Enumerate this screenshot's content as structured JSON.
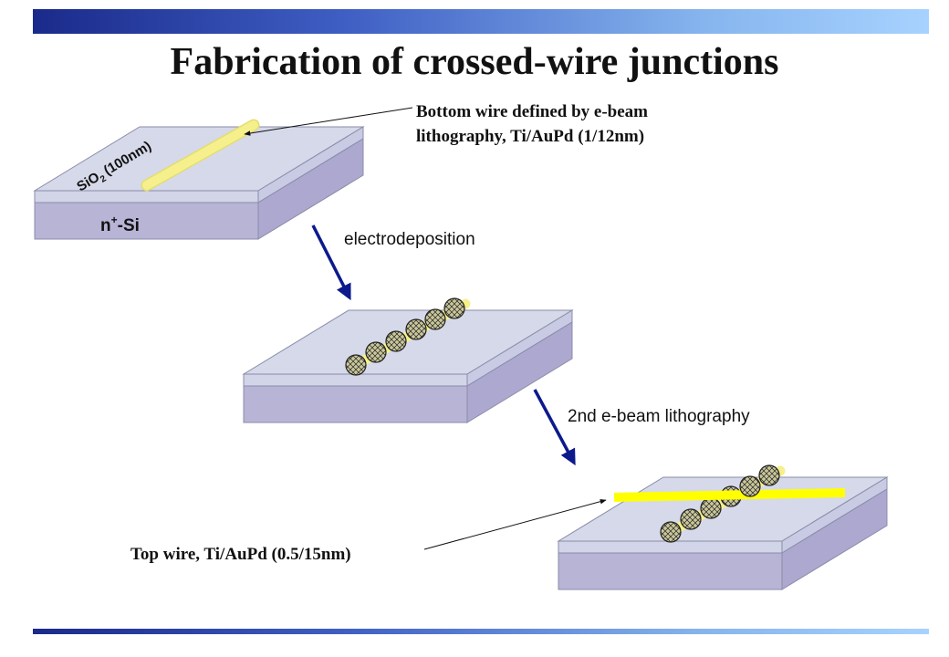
{
  "title": "Fabrication of crossed-wire junctions",
  "labels": {
    "bottom_wire_line1": "Bottom wire defined by e-beam",
    "bottom_wire_line2": "lithography, Ti/AuPd (1/12nm)",
    "top_wire": "Top wire, Ti/AuPd (0.5/15nm)",
    "substrate": "n",
    "substrate_sup": "+",
    "substrate_suffix": "-Si",
    "oxide": "SiO",
    "oxide_sub": "2",
    "oxide_thickness": "(100nm)"
  },
  "steps": {
    "step1": "electrodeposition",
    "step2": "2nd e-beam lithography"
  },
  "colors": {
    "oxide_top": "#d6d9ea",
    "oxide_edge": "#c8cbe3",
    "silicon": "#b8b4d6",
    "bottom_wire": "#f5f08c",
    "top_wire": "#ffff00",
    "arrow": "#0c1a8c",
    "fullerene": "#c9c79a"
  }
}
